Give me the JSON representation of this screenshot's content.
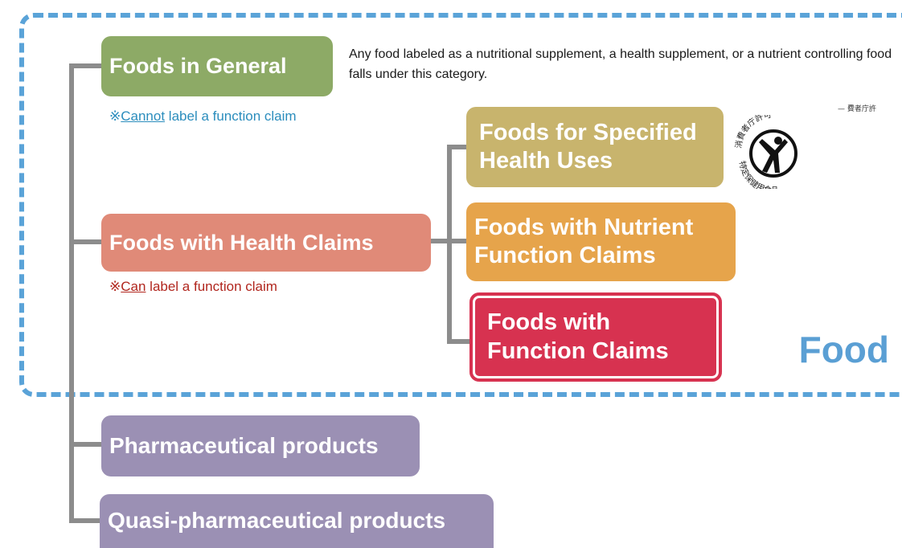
{
  "region": {
    "label": "Food"
  },
  "description": "Any food labeled as a nutritional supplement, a health supplement, or a nutrient controlling food falls under this category.",
  "categories": {
    "general": {
      "label": "Foods in General",
      "note_mark": "※",
      "note_keyword": "Cannot",
      "note_rest": " label a function claim"
    },
    "health_claims": {
      "label": "Foods with Health Claims",
      "note_mark": "※",
      "note_keyword": "Can",
      "note_rest": " label a function claim",
      "children": [
        {
          "line1": "Foods for Specified",
          "line2": "Health Uses"
        },
        {
          "line1": "Foods with Nutrient",
          "line2": "Function Claims"
        },
        {
          "line1": "Foods with",
          "line2": "Function Claims"
        }
      ]
    },
    "pharmaceutical": {
      "label": "Pharmaceutical products"
    },
    "quasi_pharmaceutical": {
      "label": "Quasi-pharmaceutical products"
    }
  },
  "seal": {
    "top_text": "消費者庁許可",
    "bottom_text": "特定保健用食品",
    "partial_text": "— 費者庁許"
  },
  "colors": {
    "general": "#8daa66",
    "health_claims": "#e08a78",
    "specified_health": "#c8b46d",
    "nutrient_function": "#e6a44b",
    "function_claims": "#d73250",
    "pharma": "#9b90b4",
    "region_border": "#5aa3d8",
    "connector": "#8c8c8c"
  }
}
